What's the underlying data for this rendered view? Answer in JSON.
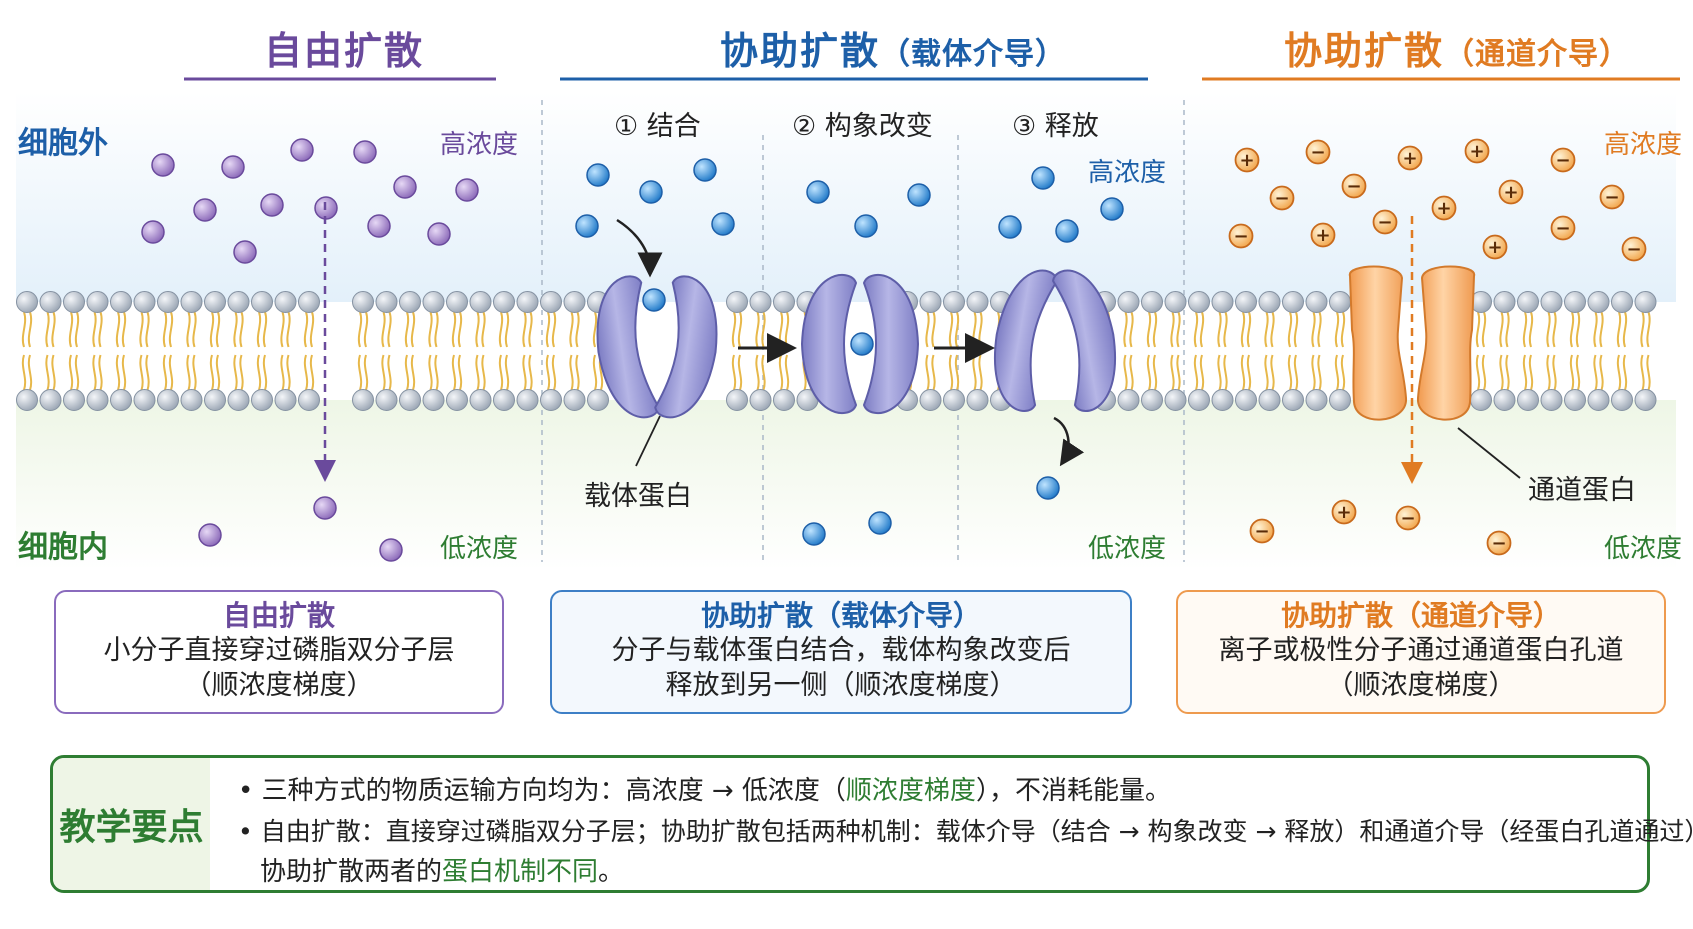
{
  "titles": {
    "free": "自由扩散",
    "carrier_main": "协助扩散",
    "carrier_sub": "（载体介导）",
    "channel_main": "协助扩散",
    "channel_sub": "（通道介导）"
  },
  "sides": {
    "outside": "细胞外",
    "inside": "细胞内"
  },
  "concentration": {
    "high": "高浓度",
    "low": "低浓度"
  },
  "steps": [
    "① 结合",
    "② 构象改变",
    "③ 释放"
  ],
  "labels": {
    "carrier_protein": "载体蛋白",
    "channel_protein": "通道蛋白"
  },
  "summary_boxes": [
    {
      "title": "自由扩散",
      "line1": "小分子直接穿过磷脂双分子层",
      "line2": "（顺浓度梯度）"
    },
    {
      "title": "协助扩散（载体介导）",
      "line1": "分子与载体蛋白结合，载体构象改变后",
      "line2": "释放到另一侧（顺浓度梯度）"
    },
    {
      "title": "协助扩散（通道介导）",
      "line1": "离子或极性分子通过通道蛋白孔道",
      "line2": "（顺浓度梯度）"
    }
  ],
  "notes": {
    "tag": "教学要点",
    "b1_pre": "• 三种方式的物质运输方向均为：高浓度 → 低浓度（",
    "b1_hl": "顺浓度梯度",
    "b1_post": "），不消耗能量。",
    "b2": "• 自由扩散：直接穿过磷脂双分子层；协助扩散包括两种机制：载体介导（结合 → 构象改变 → 释放）和通道介导（经蛋白孔道通过）。",
    "b3_pre": "协助扩散两者的",
    "b3_hl": "蛋白机制不同",
    "b3_post": "。"
  },
  "ions": {
    "plus": "+",
    "minus": "−"
  },
  "colors": {
    "free": "#6a4a9c",
    "carrier": "#1d5fa8",
    "channel": "#e07b22",
    "highlight": "#2e7d32",
    "lipid_head": "#b9c3cf",
    "lipid_tail": "#e7b84a",
    "protein": "#9a9ad6",
    "channel_protein": "#f7b478"
  }
}
